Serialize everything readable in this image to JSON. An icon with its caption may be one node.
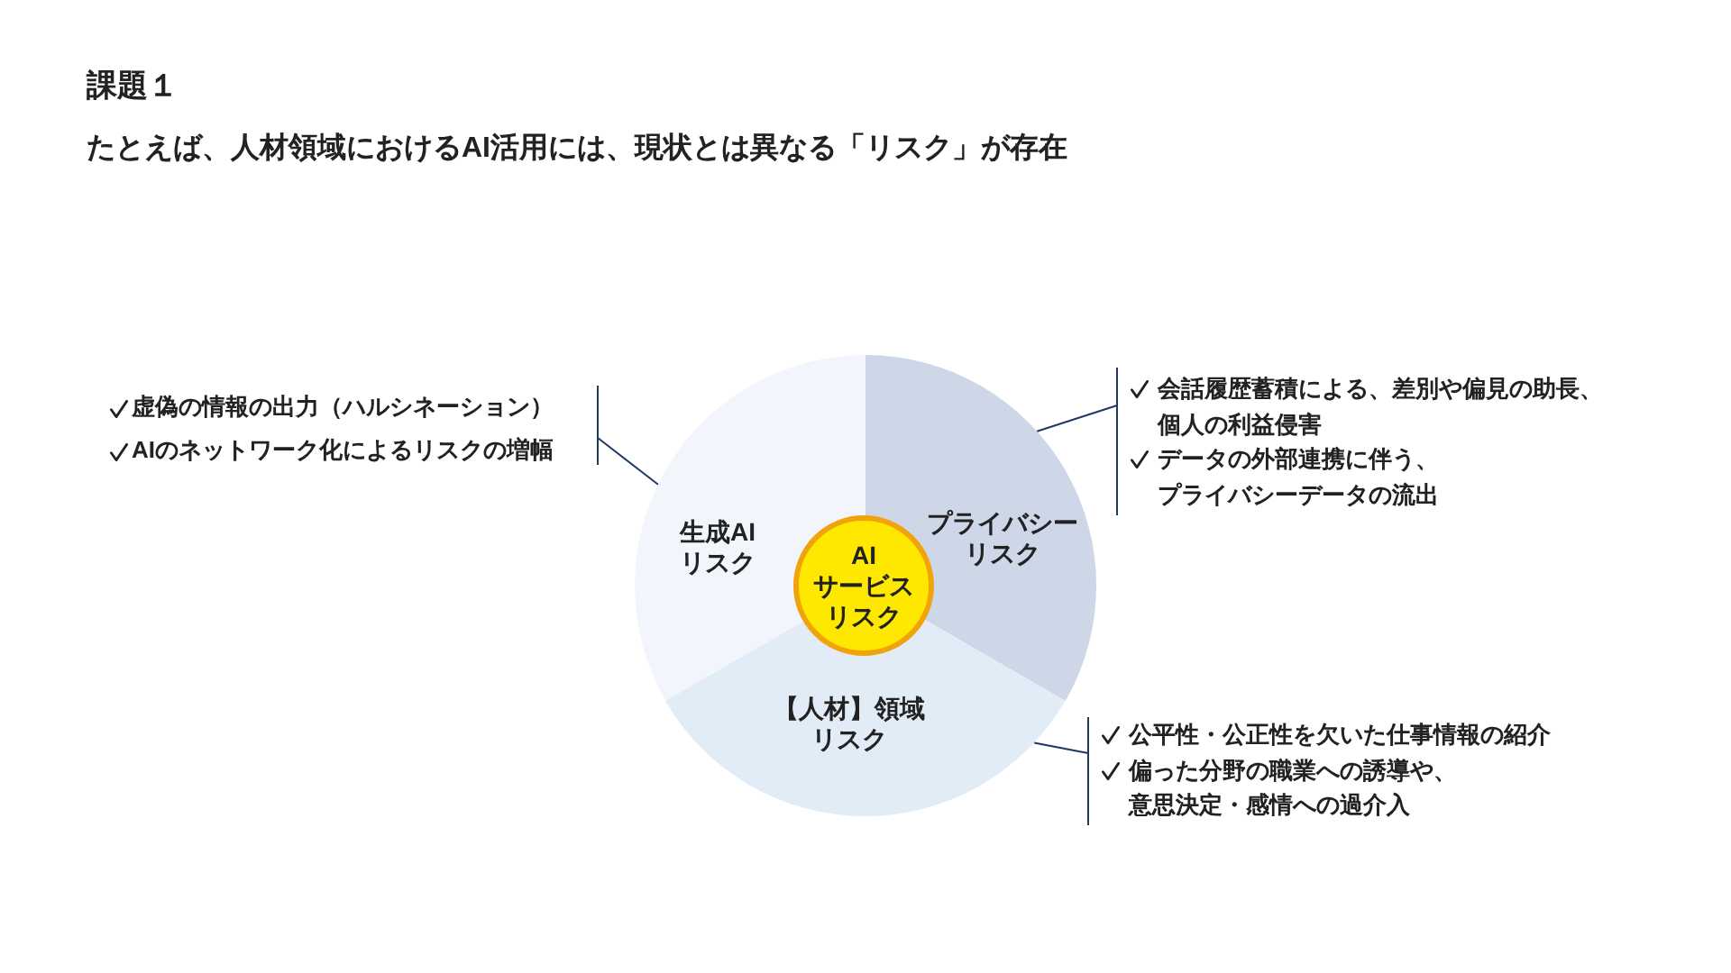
{
  "diagram": {
    "title": "課題１",
    "nodes": [
      {
        "text": [
          "生成AIリスク"
        ]
      },
      {
        "text": [
          "プライバシーリスク"
        ]
      },
      {
        "text": [
          "AIサービスリスク"
        ]
      },
      {
        "text": [
          "【人材】領域リスク"
        ]
      },
      {
        "text": [
          "虚偽の情報の出力（ハルシネーション）",
          "AIのネットワーク化によるリスクの増幅"
        ]
      },
      {
        "text": [
          "会話履歴蓄積による、差別や偏見の助長、個人の利益侵害",
          "データの外部連携に伴う、プライバシーデータの流出"
        ]
      },
      {
        "text": [
          "公平性・公正性を欠いた仕事情報の紹介",
          "偏った分野の職業への誘導や、意思決定・感情への過介入"
        ]
      }
    ],
    "edges": [
      {
        "from": 4,
        "to": 0,
        "arrow": "none"
      },
      {
        "from": 5,
        "to": 1,
        "arrow": "none"
      },
      {
        "from": 6,
        "to": 3,
        "arrow": "none"
      }
    ],
    "labels": [
      "たとえば、人材領域におけるAI活用には、現状とは異なる「リスク」が存在"
    ]
  }
}
